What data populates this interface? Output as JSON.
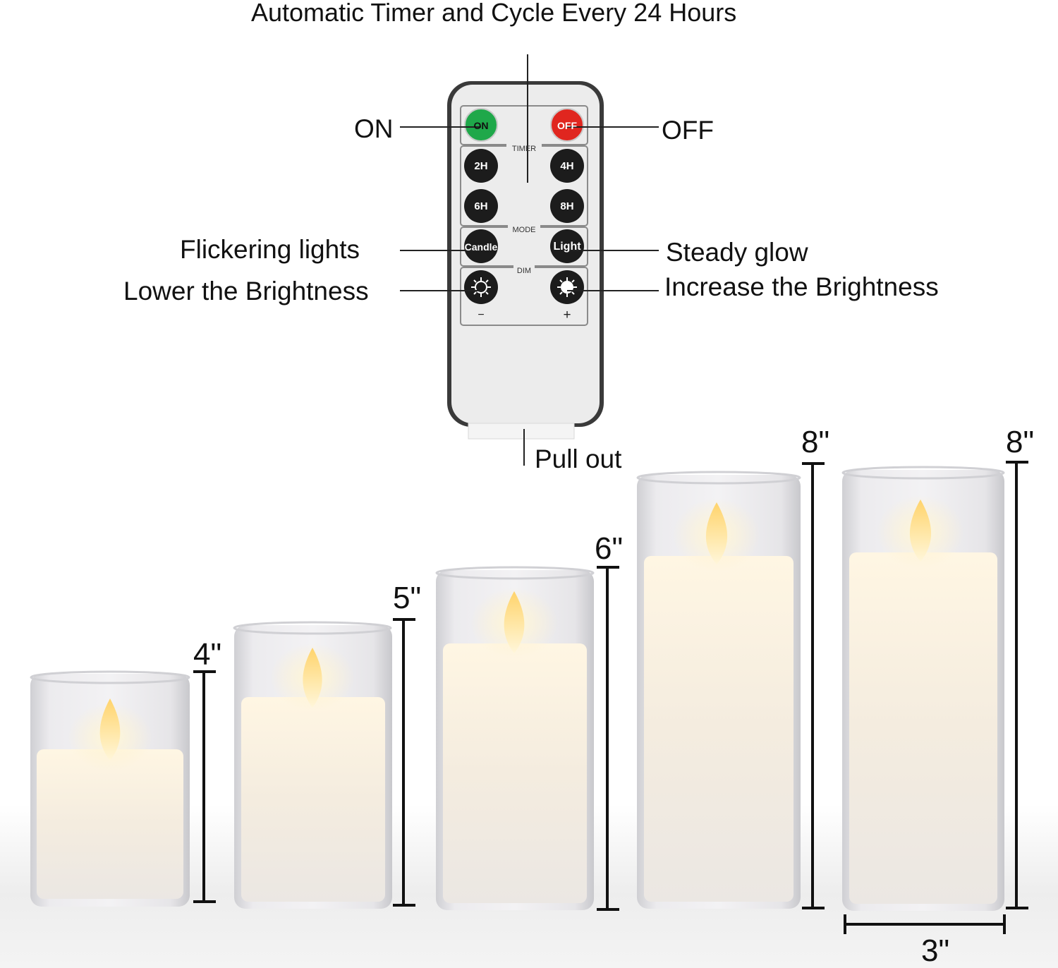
{
  "header": {
    "timer_caption": "Automatic Timer and Cycle Every 24 Hours"
  },
  "callouts": {
    "on": "ON",
    "off": "OFF",
    "flicker": "Flickering lights",
    "steady": "Steady glow",
    "lower": "Lower the Brightness",
    "increase": "Increase the Brightness",
    "pull_out": "Pull out"
  },
  "remote": {
    "on_btn": "ON",
    "off_btn": "OFF",
    "timer_section": "TIMER",
    "timer_buttons": [
      "2H",
      "4H",
      "6H",
      "8H"
    ],
    "mode_section": "MODE",
    "mode_candle": "Candle",
    "mode_light": "Light",
    "dim_section": "DIM",
    "dim_minus": "−",
    "dim_plus": "+",
    "colors": {
      "on": "#1fa84a",
      "off": "#e0261f",
      "button": "#1c1c1c",
      "body": "#eeeeee"
    }
  },
  "candles": {
    "heights": [
      "4\"",
      "5\"",
      "6\"",
      "8\"",
      "8\""
    ],
    "width": "3\""
  }
}
